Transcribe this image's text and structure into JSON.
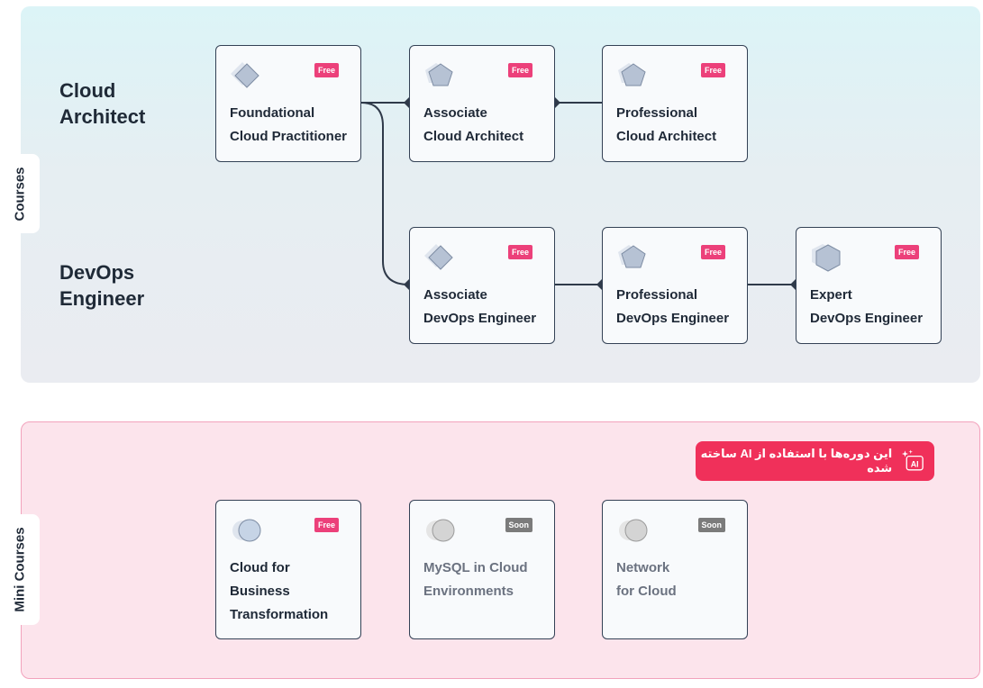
{
  "courses_section": {
    "tab_label": "Courses",
    "tracks": [
      {
        "title_line1": "Cloud",
        "title_line2": "Architect"
      },
      {
        "title_line1": "DevOps",
        "title_line2": "Engineer"
      }
    ],
    "cards": [
      {
        "line1": "Foundational",
        "line2": "Cloud Practitioner",
        "badge": "Free",
        "icon": "diamond-icon"
      },
      {
        "line1": "Associate",
        "line2": "Cloud Architect",
        "badge": "Free",
        "icon": "pentagon-icon"
      },
      {
        "line1": "Professional",
        "line2": "Cloud Architect",
        "badge": "Free",
        "icon": "pentagon-icon"
      },
      {
        "line1": "Associate",
        "line2": "DevOps Engineer",
        "badge": "Free",
        "icon": "diamond-icon"
      },
      {
        "line1": "Professional",
        "line2": "DevOps Engineer",
        "badge": "Free",
        "icon": "pentagon-icon"
      },
      {
        "line1": "Expert",
        "line2": "DevOps Engineer",
        "badge": "Free",
        "icon": "hexagon-icon"
      }
    ]
  },
  "mini_section": {
    "tab_label": "Mini Courses",
    "ai_notice": "این دوره‌ها با استفاده از AI ساخته شده",
    "ai_icon_text": "AI",
    "cards": [
      {
        "line1": "Cloud for",
        "line2": "Business",
        "line3": "Transformation",
        "badge": "Free",
        "icon": "circle-icon"
      },
      {
        "line1": "MySQL in Cloud",
        "line2": "Environments",
        "line3": "",
        "badge": "Soon",
        "icon": "circle-icon"
      },
      {
        "line1": "Network",
        "line2": "for Cloud",
        "line3": "",
        "badge": "Soon",
        "icon": "circle-icon"
      }
    ]
  },
  "colors": {
    "free_badge": "#ec407a",
    "soon_badge": "#7b7b7b",
    "ai_badge": "#f0305a",
    "connector": "#2f3a4a"
  }
}
